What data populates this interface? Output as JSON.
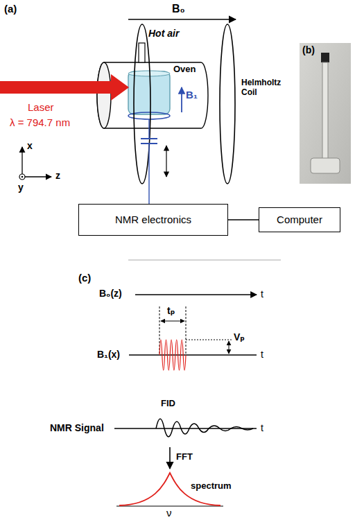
{
  "diagram": {
    "nodes": [
      {
        "text": [
          "NMR electronics"
        ]
      },
      {
        "text": [
          "Computer"
        ]
      }
    ],
    "edges": [
      {
        "from": 0,
        "to": 1,
        "arrow": "none"
      }
    ],
    "labels": [
      "(a)",
      "B₀",
      "Hot air",
      "Oven",
      "Helmholtz Coil",
      "(b)",
      "Laser",
      "B₁",
      "λ = 794.7 nm",
      "x",
      "z",
      "y",
      "(c)",
      "B₀(z)",
      "t",
      "tₚ",
      "Vₚ",
      "B₁(x)",
      "t",
      "FID",
      "NMR Signal",
      "t",
      "FFT",
      "spectrum",
      "ν"
    ]
  }
}
